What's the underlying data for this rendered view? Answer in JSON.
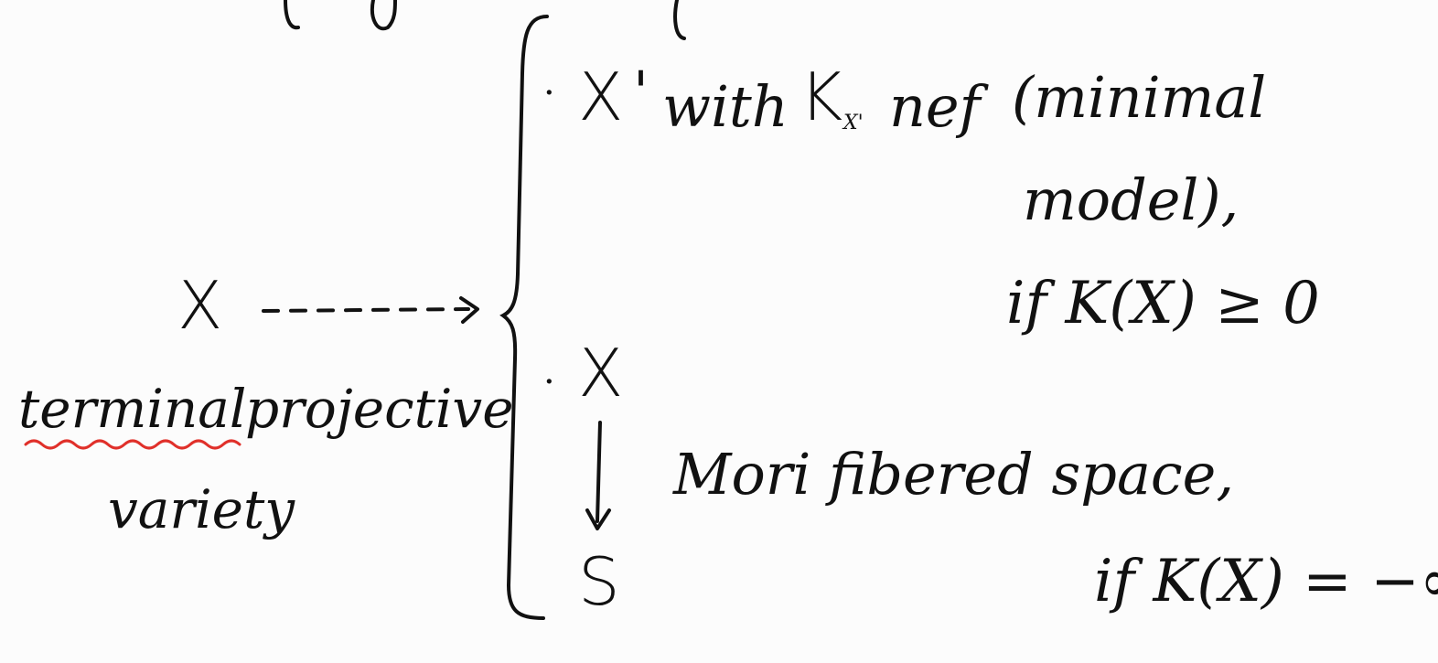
{
  "left": {
    "source_symbol": "X",
    "label_word1": "terminal",
    "label_word2": "projective",
    "label_word3": "variety"
  },
  "case1": {
    "bullet": "·",
    "symbol": "X",
    "prime": "'",
    "text_with": "with",
    "canonical_K": "K",
    "canonical_sub": "X'",
    "text_nef": "nef",
    "paren_line1": "(minimal",
    "paren_line2": "model),",
    "condition": "if K(X) ≥ 0"
  },
  "case2": {
    "bullet": "·",
    "symbol_top": "X",
    "symbol_bottom": "S",
    "description": "Mori fibered space,",
    "condition": "if K(X) = −∞"
  },
  "colors": {
    "ink": "#111111",
    "underline": "#e0302a",
    "background": "#fcfcfc"
  }
}
